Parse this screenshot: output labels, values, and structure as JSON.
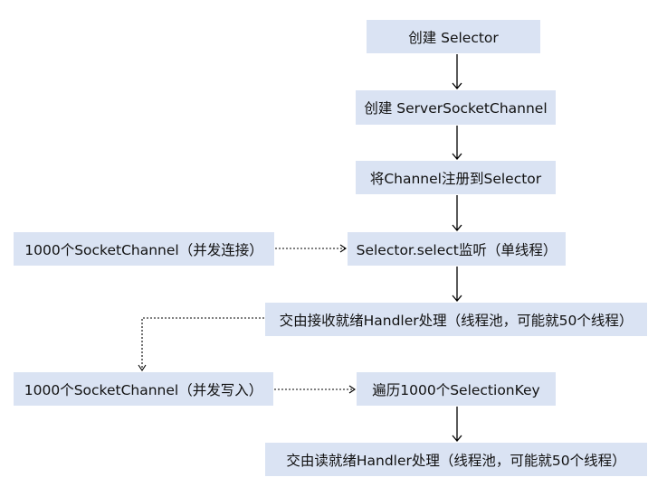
{
  "nodes": {
    "create_selector": "创建 Selector",
    "create_server_socket_channel": "创建 ServerSocketChannel",
    "register_channel": "将Channel注册到Selector",
    "select_listen": "Selector.select监听（单线程）",
    "connect_clients": "1000个SocketChannel（并发连接）",
    "accept_handler": "交由接收就绪Handler处理（线程池，可能就50个线程）",
    "write_clients": "1000个SocketChannel（并发写入）",
    "iterate_keys": "遍历1000个SelectionKey",
    "read_handler": "交由读就绪Handler处理（线程池，可能就50个线程）"
  },
  "colors": {
    "box_fill": "#dae3f3",
    "arrow": "#000000",
    "text": "#111111"
  }
}
